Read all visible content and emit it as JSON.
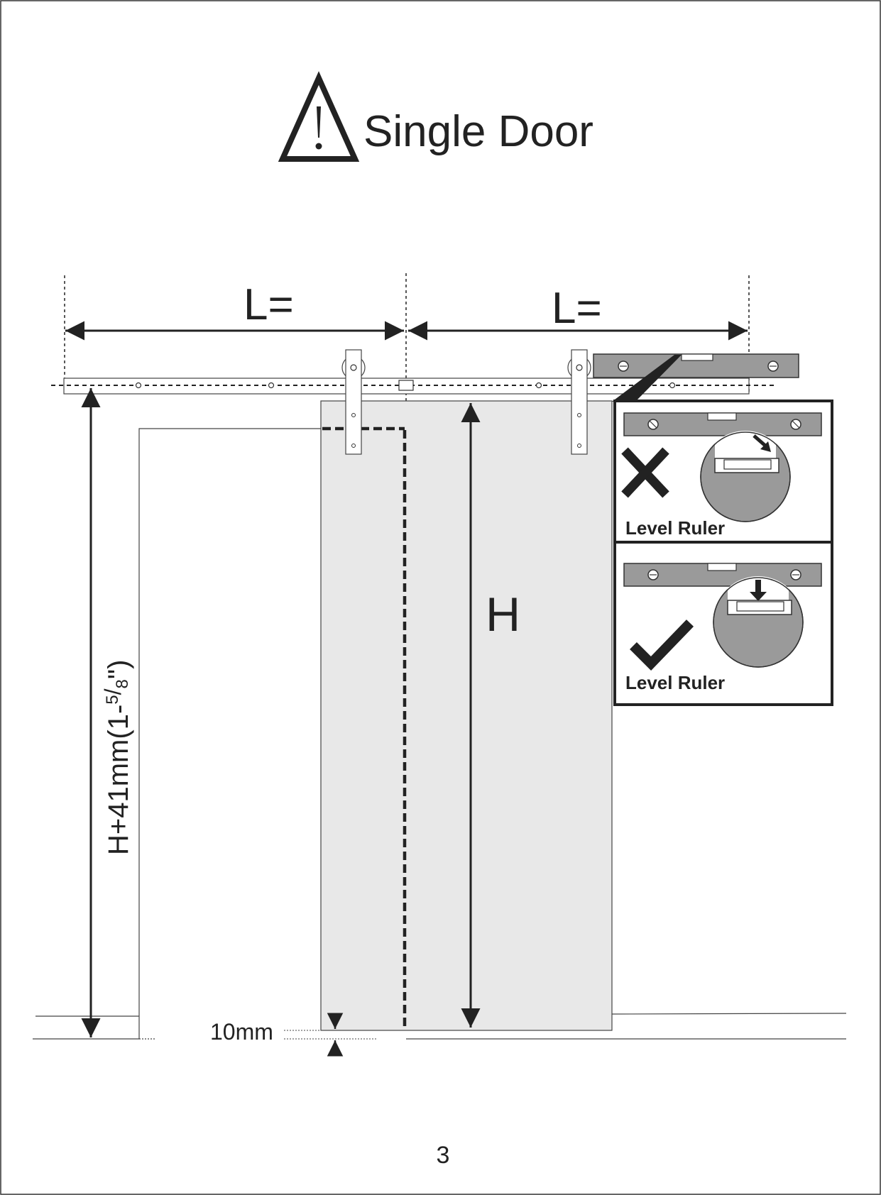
{
  "header": {
    "title": "Single Door",
    "warning_icon": "warning-triangle-icon"
  },
  "dimensions": {
    "left_span_label": "L=",
    "right_span_label": "L=",
    "door_height_label": "H",
    "total_height_label_main": "H+41mm(1-",
    "total_height_fraction_num": "5",
    "total_height_fraction_den": "8",
    "total_height_label_close": "\")",
    "floor_gap_label": "10mm"
  },
  "level_ruler_panels": [
    {
      "label": "Level Ruler",
      "status": "wrong",
      "icon": "cross-icon"
    },
    {
      "label": "Level Ruler",
      "status": "correct",
      "icon": "checkmark-icon"
    }
  ],
  "footer": {
    "page_number": "3"
  },
  "colors": {
    "line": "#222222",
    "door_fill": "#e8e8e8",
    "level_fill": "#9a9a9a",
    "background": "#ffffff"
  }
}
